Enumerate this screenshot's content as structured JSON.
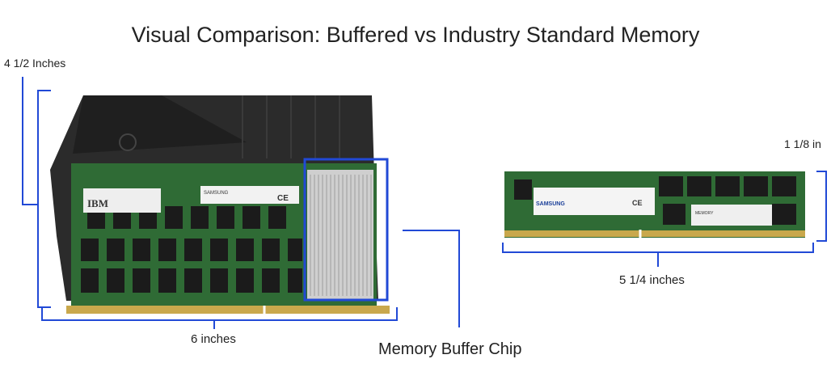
{
  "title": "Visual Comparison: Buffered vs Industry Standard Memory",
  "labels": {
    "left_height": "4 1/2 Inches",
    "left_width": "6 inches",
    "buffer_chip": "Memory Buffer Chip",
    "right_height": "1 1/8 in",
    "right_width": "5 1/4 inches"
  },
  "module_left": {
    "brand": "IBM",
    "sticker_text": "SAMSUNG",
    "fcc_marks": "CE"
  },
  "module_right": {
    "brand": "SAMSUNG",
    "fcc_marks": "CE",
    "sticker_text": "MEMORY"
  },
  "colors": {
    "dimension_line": "#2149d6",
    "pcb": "#2f6b35",
    "tray": "#2b2b2b",
    "gold_contacts": "#c9a84c",
    "heatsink": "#c8c8c8",
    "chip": "#1b1b1b"
  }
}
